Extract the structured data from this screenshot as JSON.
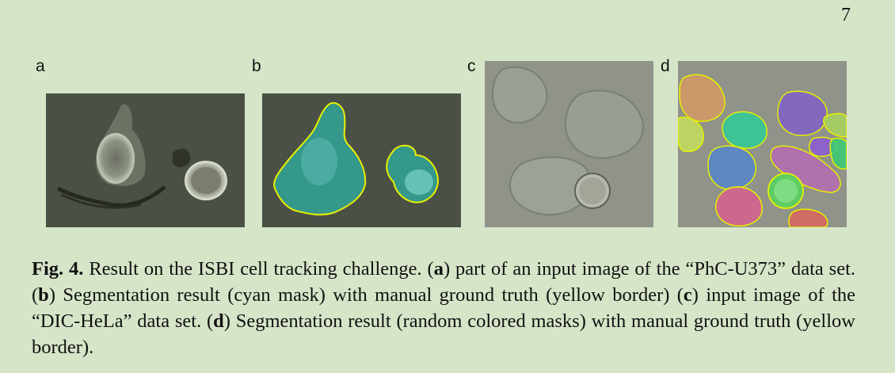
{
  "page": {
    "number": "7"
  },
  "figure": {
    "panels": [
      {
        "letter": "a"
      },
      {
        "letter": "b"
      },
      {
        "letter": "c"
      },
      {
        "letter": "d"
      }
    ],
    "caption": {
      "fig_label": "Fig. 4.",
      "s1": " Result on the ISBI cell tracking challenge. (",
      "a": "a",
      "s2": ") part of an input image of the “PhC-U373” data set. (",
      "b": "b",
      "s3": ") Segmentation result (cyan mask) with manual ground truth (yellow border) (",
      "c": "c",
      "s4": ") input image of the “DIC-HeLa” data set. (",
      "d": "d",
      "s5": ") Segmentation result (random colored masks) with manual ground truth (yellow border)."
    }
  },
  "colors": {
    "background": "#d6e5c8",
    "cyan_mask": "#2fa89a",
    "yellow_border": "#e8f000"
  }
}
